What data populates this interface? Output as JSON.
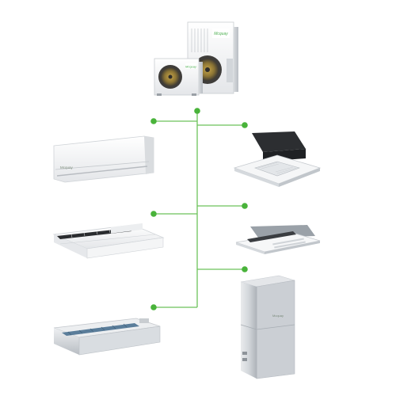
{
  "scene": {
    "background": "#ffffff",
    "accent": "#49b33a",
    "line_color": "#6cc25a",
    "brand_mark": "Mcquay",
    "brand_color": "#4caf50"
  },
  "units": [
    {
      "name": "outdoor-condenser-units",
      "kind": "outdoor"
    },
    {
      "name": "wall-mounted-split-unit",
      "kind": "indoor"
    },
    {
      "name": "four-way-cassette-unit",
      "kind": "indoor"
    },
    {
      "name": "ceiling-suspended-unit",
      "kind": "indoor"
    },
    {
      "name": "one-way-cassette-unit",
      "kind": "indoor"
    },
    {
      "name": "ducted-concealed-unit",
      "kind": "indoor"
    },
    {
      "name": "air-handler-cabinet",
      "kind": "indoor"
    }
  ]
}
